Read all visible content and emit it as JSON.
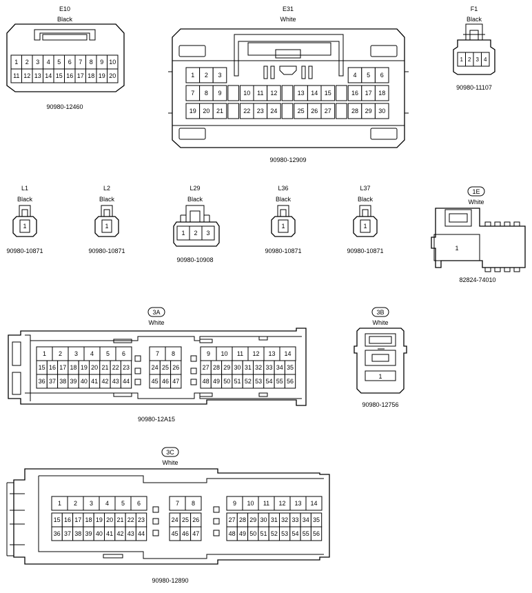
{
  "connectors": {
    "E10": {
      "code": "E10",
      "color": "Black",
      "part": "90980-12460",
      "rows": [
        [
          "1",
          "2",
          "3",
          "4",
          "5",
          "6",
          "7",
          "8",
          "9",
          "10"
        ],
        [
          "11",
          "12",
          "13",
          "14",
          "15",
          "16",
          "17",
          "18",
          "19",
          "20"
        ]
      ]
    },
    "E31": {
      "code": "E31",
      "color": "White",
      "part": "90980-12909",
      "rows": [
        [
          "1",
          "2",
          "3",
          "",
          "",
          "",
          "",
          "",
          "",
          "",
          "",
          "",
          "4",
          "5",
          "6"
        ],
        [
          "7",
          "8",
          "9",
          "",
          "10",
          "11",
          "12",
          "",
          "13",
          "14",
          "15",
          "",
          "16",
          "17",
          "18"
        ],
        [
          "19",
          "20",
          "21",
          "",
          "22",
          "23",
          "24",
          "",
          "25",
          "26",
          "27",
          "",
          "28",
          "29",
          "30"
        ]
      ]
    },
    "F1": {
      "code": "F1",
      "color": "Black",
      "part": "90980-11107",
      "pins": [
        "1",
        "2",
        "3",
        "4"
      ]
    },
    "L1": {
      "code": "L1",
      "color": "Black",
      "part": "90980-10871",
      "pins": [
        "1"
      ]
    },
    "L2": {
      "code": "L2",
      "color": "Black",
      "part": "90980-10871",
      "pins": [
        "1"
      ]
    },
    "L29": {
      "code": "L29",
      "color": "Black",
      "part": "90980-10908",
      "pins": [
        "1",
        "2",
        "3"
      ]
    },
    "L36": {
      "code": "L36",
      "color": "Black",
      "part": "90980-10871",
      "pins": [
        "1"
      ]
    },
    "L37": {
      "code": "L37",
      "color": "Black",
      "part": "90980-10871",
      "pins": [
        "1"
      ]
    },
    "1E": {
      "code": "1E",
      "color": "White",
      "part": "82824-74010",
      "pins": [
        "1"
      ]
    },
    "3A": {
      "code": "3A",
      "color": "White",
      "part": "90980-12A15",
      "groups": [
        {
          "rows": [
            [
              "1",
              "2",
              "3",
              "4",
              "5",
              "6"
            ],
            [
              "15",
              "16",
              "17",
              "18",
              "19",
              "20",
              "21",
              "22",
              "23"
            ],
            [
              "36",
              "37",
              "38",
              "39",
              "40",
              "41",
              "42",
              "43",
              "44"
            ]
          ]
        },
        {
          "rows": [
            [
              "7",
              "8"
            ],
            [
              "24",
              "25",
              "26"
            ],
            [
              "45",
              "46",
              "47"
            ]
          ]
        },
        {
          "rows": [
            [
              "9",
              "10",
              "11",
              "12",
              "13",
              "14"
            ],
            [
              "27",
              "28",
              "29",
              "30",
              "31",
              "32",
              "33",
              "34",
              "35"
            ],
            [
              "48",
              "49",
              "50",
              "51",
              "52",
              "53",
              "54",
              "55",
              "56"
            ]
          ]
        }
      ]
    },
    "3B": {
      "code": "3B",
      "color": "White",
      "part": "90980-12756",
      "pins": [
        "1"
      ]
    },
    "3C": {
      "code": "3C",
      "color": "White",
      "part": "90980-12890",
      "groups": [
        {
          "rows": [
            [
              "1",
              "2",
              "3",
              "4",
              "5",
              "6"
            ],
            [
              "15",
              "16",
              "17",
              "18",
              "19",
              "20",
              "21",
              "22",
              "23"
            ],
            [
              "36",
              "37",
              "38",
              "39",
              "40",
              "41",
              "42",
              "43",
              "44"
            ]
          ]
        },
        {
          "rows": [
            [
              "7",
              "8"
            ],
            [
              "24",
              "25",
              "26"
            ],
            [
              "45",
              "46",
              "47"
            ]
          ]
        },
        {
          "rows": [
            [
              "9",
              "10",
              "11",
              "12",
              "13",
              "14"
            ],
            [
              "27",
              "28",
              "29",
              "30",
              "31",
              "32",
              "33",
              "34",
              "35"
            ],
            [
              "48",
              "49",
              "50",
              "51",
              "52",
              "53",
              "54",
              "55",
              "56"
            ]
          ]
        }
      ]
    }
  }
}
